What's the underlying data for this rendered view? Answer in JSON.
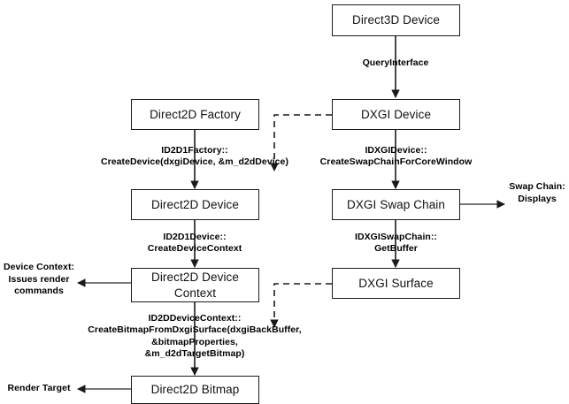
{
  "diagram": {
    "title": "Direct2D and DXGI interop object creation flow",
    "nodes": {
      "d3d_device": "Direct3D Device",
      "d2d_factory": "Direct2D Factory",
      "dxgi_device": "DXGI Device",
      "d2d_device": "Direct2D Device",
      "dxgi_swap_chain": "DXGI Swap Chain",
      "d2d_device_context": "Direct2D Device\nContext",
      "dxgi_surface": "DXGI Surface",
      "d2d_bitmap": "Direct2D Bitmap"
    },
    "edge_labels": {
      "query_interface": "QueryInterface",
      "create_device": "ID2D1Factory::\nCreateDevice(dxgiDevice, &m_d2dDevice)",
      "create_swap_chain": "IDXGIDevice::\nCreateSwapChainForCoreWindow",
      "create_device_context": "ID2D1Device::\nCreateDeviceContext",
      "get_buffer": "IDXGISwapChain::\nGetBuffer",
      "create_bitmap_from_dxgi_surface": "ID2DDeviceContext::\nCreateBitmapFromDxgiSurface(dxgiBackBuffer,\n&bitmapProperties,\n&m_d2dTargetBitmap)"
    },
    "annotations": {
      "swap_chain_role": "Swap Chain:\nDisplays",
      "device_context_role": "Device Context:\nIssues render\ncommands",
      "render_target_role": "Render Target"
    },
    "colors": {
      "stroke": "#1a1a1a",
      "text": "#111111",
      "label_text": "#000000",
      "background": "#ffffff"
    }
  }
}
